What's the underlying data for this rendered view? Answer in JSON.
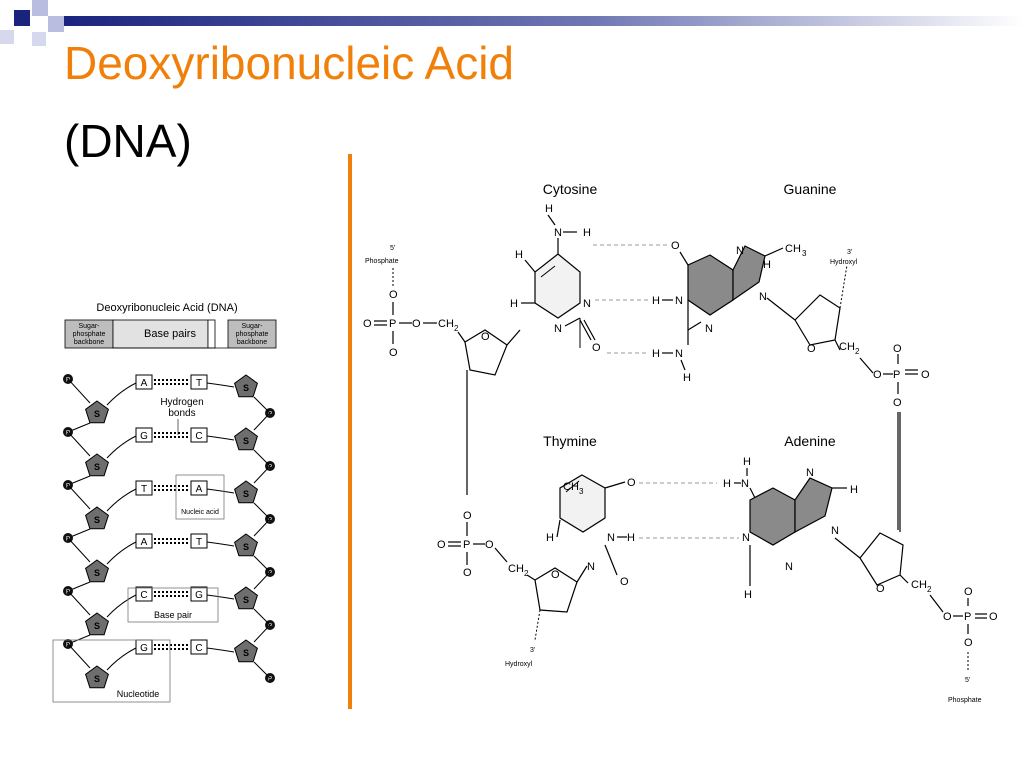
{
  "slide": {
    "title_line1": "Deoxyribonucleic Acid",
    "title_line2": "(DNA)",
    "accent_color": "#f0800a",
    "bar_color": "#1a237e"
  },
  "left_diagram": {
    "heading": "Deoxyribonucleic Acid (DNA)",
    "backbone_label_line1": "Sugar-",
    "backbone_label_line2": "phosphate",
    "backbone_label_line3": "backbone",
    "base_pairs_label": "Base pairs",
    "hydrogen_line1": "Hydrogen",
    "hydrogen_line2": "bonds",
    "nucleic_acid_label": "Nucleic acid",
    "base_pair_label": "Base pair",
    "nucleotide_label": "Nucleotide",
    "sugar_symbol": "S",
    "phosphate_symbol": "P",
    "rungs": [
      {
        "left": "A",
        "right": "T"
      },
      {
        "left": "G",
        "right": "C"
      },
      {
        "left": "T",
        "right": "A"
      },
      {
        "left": "A",
        "right": "T"
      },
      {
        "left": "C",
        "right": "G"
      },
      {
        "left": "G",
        "right": "C"
      }
    ]
  },
  "right_diagram": {
    "cytosine": "Cytosine",
    "guanine": "Guanine",
    "thymine": "Thymine",
    "adenine": "Adenine",
    "five_prime": "5'",
    "three_prime": "3'",
    "phosphate": "Phosphate",
    "hydroxyl": "Hydroxyl",
    "atoms": {
      "H": "H",
      "N": "N",
      "O": "O",
      "P": "P",
      "C": "C"
    },
    "ch3": "CH",
    "ch2": "CH",
    "sub_2": "2",
    "sub_3": "3"
  }
}
